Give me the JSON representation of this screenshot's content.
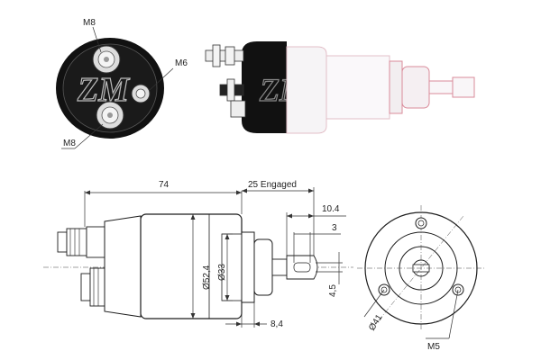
{
  "labels": {
    "front_top_thread": "M8",
    "front_bottom_thread": "M8",
    "front_small_thread": "M6",
    "length": "74",
    "engaged": "25 Engaged",
    "flange_offset": "10.4",
    "slot_width": "3",
    "body_diameter": "Ø52,4",
    "bore_diameter": "Ø33",
    "tip_length": "8,4",
    "rod_dim": "4,5",
    "bolt_circle": "Ø41",
    "mount_thread": "M5"
  },
  "colors": {
    "line": "#1c1c1c",
    "dark_body": "#111111",
    "watermark": "#d98b9a",
    "chrome": "#f0eef0"
  },
  "icons": [
    "screw-terminal-icon",
    "mounting-hole-icon"
  ]
}
